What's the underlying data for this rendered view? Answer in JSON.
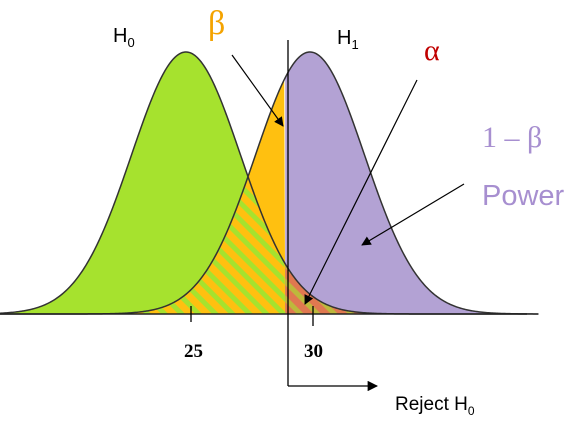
{
  "diagram": {
    "labels": {
      "h0_main": "H",
      "h0_sub": "0",
      "h1_main": "H",
      "h1_sub": "1",
      "beta": "β",
      "alpha": "α",
      "one_minus_beta": "1 – β",
      "power": "Power",
      "tick_25": "25",
      "tick_30": "30",
      "reject_main": "Reject H",
      "reject_sub": "0"
    },
    "distributions": {
      "h0": {
        "mean": 25,
        "sd": 2.2
      },
      "h1": {
        "mean": 30,
        "sd": 2.2
      },
      "critical_value": 29.0
    },
    "colors": {
      "h0_fill": "#a6e22e",
      "h1_fill": "#b3a2d4",
      "beta_fill": "#ffc010",
      "alpha_fill": "#e07850",
      "hatch": "#a6e22e",
      "beta_label": "#f4a300",
      "alpha_label": "#c00000",
      "power_label": "#a78fd0",
      "text": "#000000",
      "outline": "#333333"
    }
  }
}
